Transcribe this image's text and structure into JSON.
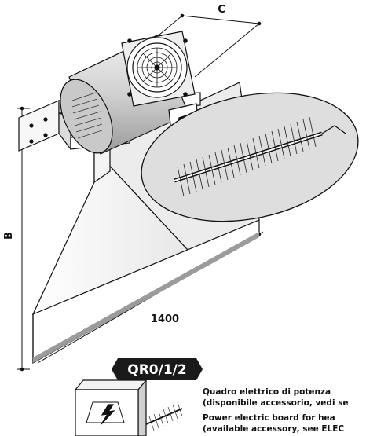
{
  "dimensions": {
    "c": "C",
    "b": "B",
    "length": "1400"
  },
  "accessory": {
    "badge": "QR0/1/2",
    "caption_it_1": "Quadro elettrico di potenza",
    "caption_it_2": "(disponibile accessorio, vedi se",
    "caption_en_1": "Power electric board for hea",
    "caption_en_2": "(available accessory, see ELEC"
  },
  "icons": [
    "high-voltage-icon"
  ],
  "colors": {
    "badge_bg": "#1a1a1a",
    "line": "#111111",
    "fill": "#ffffff",
    "shade": "#d9d9d9"
  }
}
